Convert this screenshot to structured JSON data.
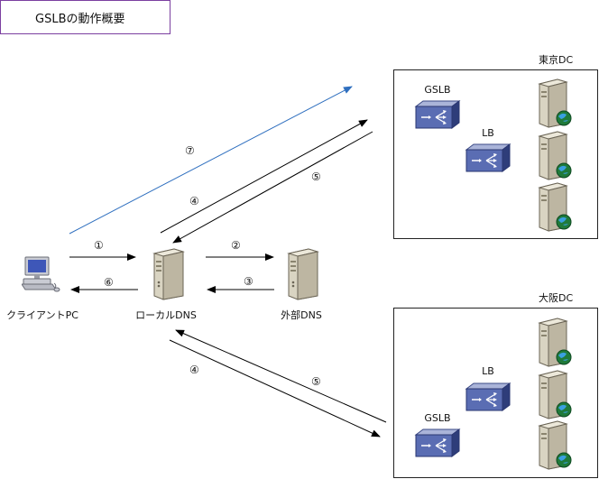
{
  "title": "GSLBの動作概要",
  "datacenters": {
    "tokyo": {
      "label": "東京DC",
      "gslb_label": "GSLB",
      "lb_label": "LB"
    },
    "osaka": {
      "label": "大阪DC",
      "gslb_label": "GSLB",
      "lb_label": "LB"
    }
  },
  "nodes": {
    "client": "クライアントPC",
    "local_dns": "ローカルDNS",
    "external_dns": "外部DNS"
  },
  "steps": {
    "s1": "①",
    "s2": "②",
    "s3": "③",
    "s4_tokyo": "④",
    "s5_tokyo": "⑤",
    "s6": "⑥",
    "s7": "⑦",
    "s4_osaka": "④",
    "s5_osaka": "⑤"
  },
  "icons": {
    "client": "desktop-pc-icon",
    "server": "server-icon",
    "web_server": "web-server-icon",
    "switch": "load-balancer-switch-icon"
  },
  "colors": {
    "title_border": "#7b3fa0",
    "step7_arrow": "#2f6fbf",
    "arrow": "#000000"
  }
}
